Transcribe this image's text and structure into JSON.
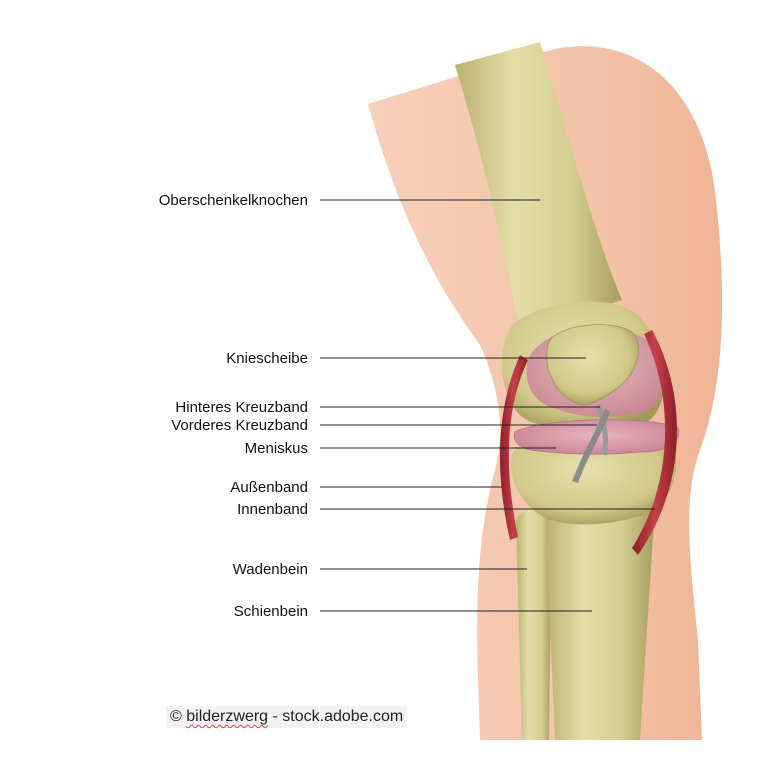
{
  "colors": {
    "skin": "#f4c5ac",
    "bone": "#d8d39a",
    "bone_shadow": "#a9a262",
    "cartilage": "#d99aa9",
    "ligament": "#b3313a",
    "line": "#222222"
  },
  "labels": [
    {
      "id": "femur",
      "text": "Oberschenkelknochen"
    },
    {
      "id": "patella",
      "text": "Kniescheibe"
    },
    {
      "id": "posterior-cruciate",
      "text": "Hinteres Kreuzband"
    },
    {
      "id": "anterior-cruciate",
      "text": "Vorderes Kreuzband"
    },
    {
      "id": "meniscus",
      "text": "Meniskus"
    },
    {
      "id": "lateral-ligament",
      "text": "Außenband"
    },
    {
      "id": "medial-ligament",
      "text": "Innenband"
    },
    {
      "id": "fibula",
      "text": "Wadenbein"
    },
    {
      "id": "tibia",
      "text": "Schienbein"
    }
  ],
  "credit": {
    "symbol": "©",
    "author": "bilderzwerg",
    "separator": "-",
    "source": "stock.adobe.com"
  }
}
